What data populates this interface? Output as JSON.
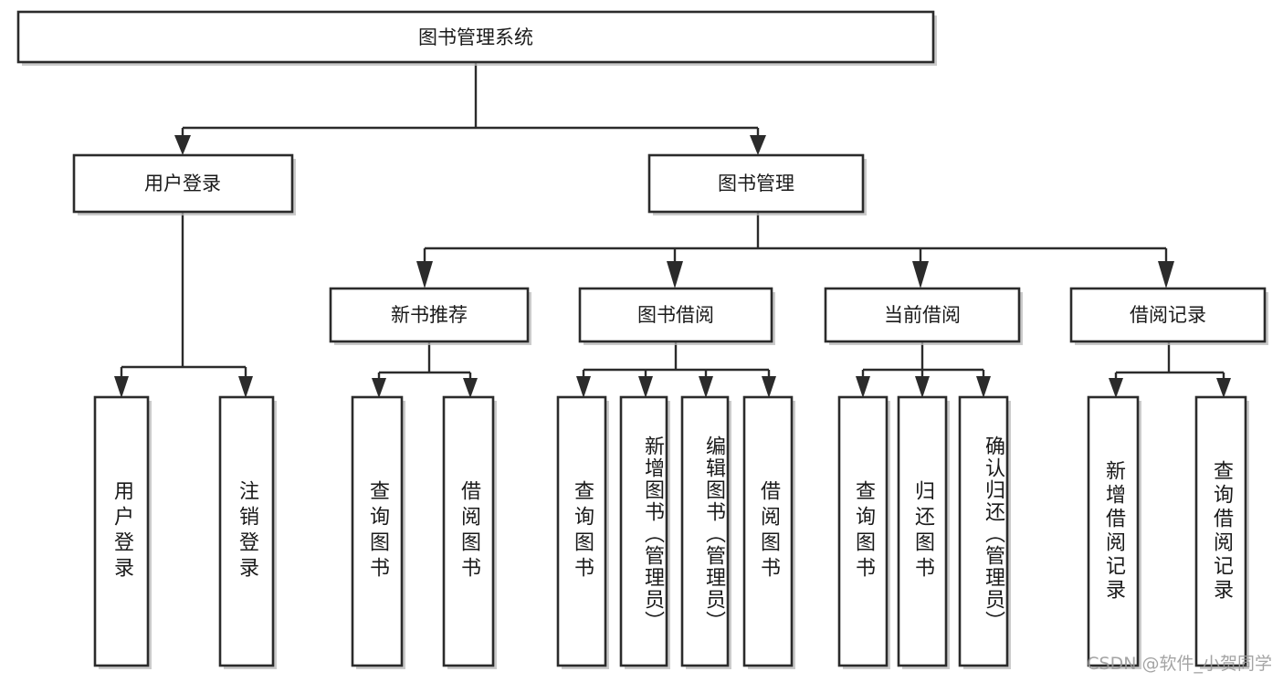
{
  "diagram": {
    "type": "tree-hierarchy",
    "title": "图书管理系统",
    "orientation": "top-down",
    "colors": {
      "box_fill": "#ffffff",
      "box_stroke": "#2b2b2b",
      "connector": "#2b2b2b",
      "text": "#1a1a1a",
      "background": "#ffffff",
      "watermark": "#9b9b9b"
    },
    "root": {
      "id": "root",
      "label": "图书管理系统",
      "orientation": "horizontal"
    },
    "level2": [
      {
        "id": "user-login",
        "label": "用户登录",
        "orientation": "horizontal"
      },
      {
        "id": "book-manage",
        "label": "图书管理",
        "orientation": "horizontal"
      }
    ],
    "level3": [
      {
        "id": "new-book-recommend",
        "label": "新书推荐",
        "orientation": "horizontal",
        "parent": "book-manage"
      },
      {
        "id": "book-borrow",
        "label": "图书借阅",
        "orientation": "horizontal",
        "parent": "book-manage"
      },
      {
        "id": "current-borrow",
        "label": "当前借阅",
        "orientation": "horizontal",
        "parent": "book-manage"
      },
      {
        "id": "borrow-record",
        "label": "借阅记录",
        "orientation": "horizontal",
        "parent": "book-manage"
      }
    ],
    "leaves": [
      {
        "id": "leaf-user-login",
        "label": "用户登录",
        "orientation": "vertical",
        "parent": "user-login"
      },
      {
        "id": "leaf-logout",
        "label": "注销登录",
        "orientation": "vertical",
        "parent": "user-login"
      },
      {
        "id": "leaf-query-book-1",
        "label": "查询图书",
        "orientation": "vertical",
        "parent": "new-book-recommend"
      },
      {
        "id": "leaf-borrow-book-1",
        "label": "借阅图书",
        "orientation": "vertical",
        "parent": "new-book-recommend"
      },
      {
        "id": "leaf-query-book-2",
        "label": "查询图书",
        "orientation": "vertical",
        "parent": "book-borrow"
      },
      {
        "id": "leaf-add-book",
        "label": "新增图书（管理员）",
        "orientation": "vertical",
        "parent": "book-borrow"
      },
      {
        "id": "leaf-edit-book",
        "label": "编辑图书（管理员）",
        "orientation": "vertical",
        "parent": "book-borrow"
      },
      {
        "id": "leaf-borrow-book-2",
        "label": "借阅图书",
        "orientation": "vertical",
        "parent": "book-borrow"
      },
      {
        "id": "leaf-query-book-3",
        "label": "查询图书",
        "orientation": "vertical",
        "parent": "current-borrow"
      },
      {
        "id": "leaf-return-book",
        "label": "归还图书",
        "orientation": "vertical",
        "parent": "current-borrow"
      },
      {
        "id": "leaf-confirm-return",
        "label": "确认归还（管理员）",
        "orientation": "vertical",
        "parent": "current-borrow"
      },
      {
        "id": "leaf-add-record",
        "label": "新增借阅记录",
        "orientation": "vertical",
        "parent": "borrow-record"
      },
      {
        "id": "leaf-query-record",
        "label": "查询借阅记录",
        "orientation": "vertical",
        "parent": "borrow-record"
      }
    ],
    "watermark": "CSDN @软件_小贺同学"
  }
}
